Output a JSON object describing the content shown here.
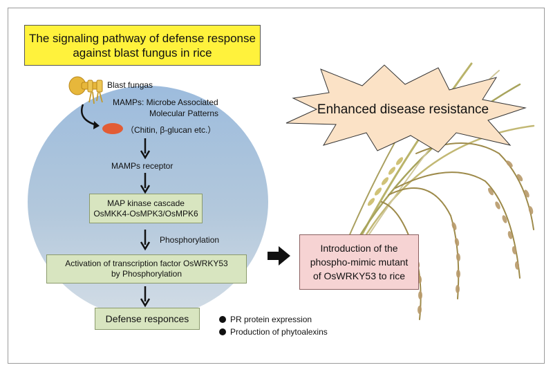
{
  "title": {
    "line1": "The signaling pathway of defense response",
    "line2": "against blast fungus in rice"
  },
  "pathway": {
    "fungus_label": "Blast fungas",
    "mamps_label_line1": "MAMPs: Microbe Associated",
    "mamps_label_line2": "Molecular Patterns",
    "mamps_examples": "（Chitin, β-glucan etc.）",
    "receptor": "MAMPs receptor",
    "cascade_line1": "MAP kinase cascade",
    "cascade_line2": "OsMKK4-OsMPK3/OsMPK6",
    "phosphorylation": "Phosphorylation",
    "activation_line1": "Activation of transcription factor OsWRKY53",
    "activation_line2": "by Phosphorylation",
    "defense": "Defense responces"
  },
  "outcomes": [
    "PR protein expression",
    "Production of phytoalexins"
  ],
  "introduction": {
    "line1": "Introduction of the",
    "line2": "phospho-mimic mutant",
    "line3": "of OsWRKY53 to rice"
  },
  "result": "Enhanced disease resistance",
  "colors": {
    "title_fill": "#fff23c",
    "circle_fill": "#a9c3de",
    "green_box": "#d8e5c0",
    "pink_box": "#f6d3d3",
    "burst_fill": "#fbe2c6",
    "fungus": "#e7b73b",
    "mamp": "#e25c35"
  }
}
